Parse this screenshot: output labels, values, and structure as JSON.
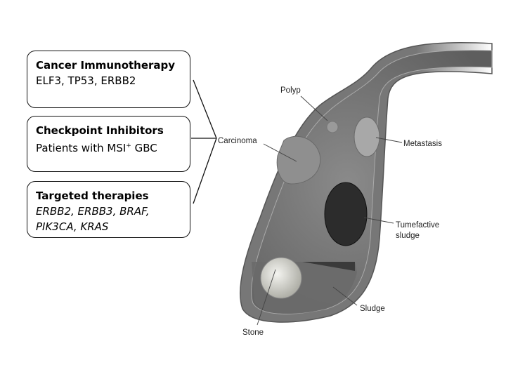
{
  "therapies": [
    {
      "title": "Cancer Immunotherapy",
      "lines": [
        "ELF3, TP53, ERBB2"
      ]
    },
    {
      "title": "Checkpoint Inhibitors",
      "lines": [
        "Patients with MSI",
        "+",
        " GBC"
      ]
    },
    {
      "title": "Targeted therapies",
      "lines": [
        "ERBB2, ERBB3, BRAF,",
        "PIK3CA, KRAS"
      ]
    }
  ],
  "labels": {
    "polyp": "Polyp",
    "carcinoma": "Carcinoma",
    "metastasis": "Metastasis",
    "tumefactive_1": "Tumefactive",
    "tumefactive_2": "sludge",
    "sludge": "Sludge",
    "stone": "Stone"
  }
}
